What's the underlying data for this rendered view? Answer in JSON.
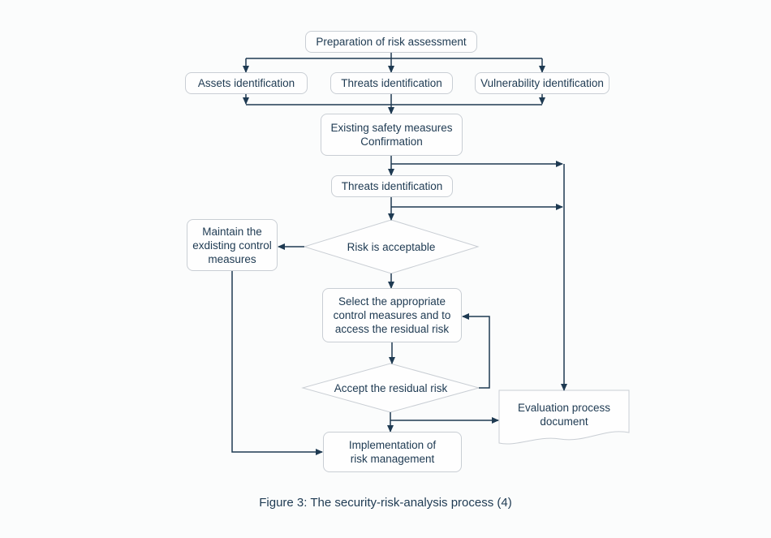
{
  "figure": {
    "caption": "Figure 3: The security-risk-analysis process (4)"
  },
  "colors": {
    "background": "#fbfcfc",
    "connector_line": "#1e3a52",
    "text": "#1e3a52",
    "shape_border": "#c9ced4",
    "shape_fill": "#fefefe"
  },
  "nodes": {
    "preparation": {
      "label": "Preparation of risk assessment"
    },
    "assets": {
      "label": "Assets identification"
    },
    "threats_top": {
      "label": "Threats identification"
    },
    "vulnerability": {
      "label": "Vulnerability identification"
    },
    "existing_measures": {
      "label": "Existing safety measures Confirmation",
      "lines": [
        "Existing safety measures",
        "Confirmation"
      ]
    },
    "threats_mid": {
      "label": "Threats identification"
    },
    "risk_acceptable": {
      "label": "Risk is acceptable"
    },
    "maintain": {
      "label": "Maintain the exdisting control measures",
      "lines": [
        "Maintain the",
        "exdisting control",
        "measures"
      ]
    },
    "select_controls": {
      "label": "Select the appropriate control measures and to access the residual risk",
      "lines": [
        "Select the appropriate",
        "control measures and to",
        "access the residual risk"
      ]
    },
    "accept_residual": {
      "label": "Accept the residual risk"
    },
    "implementation": {
      "label": "Implementation of risk management",
      "lines": [
        "Implementation of",
        "risk management"
      ]
    },
    "evaluation_document": {
      "label": "Evaluation process document",
      "lines": [
        "Evaluation process",
        "document"
      ]
    }
  }
}
